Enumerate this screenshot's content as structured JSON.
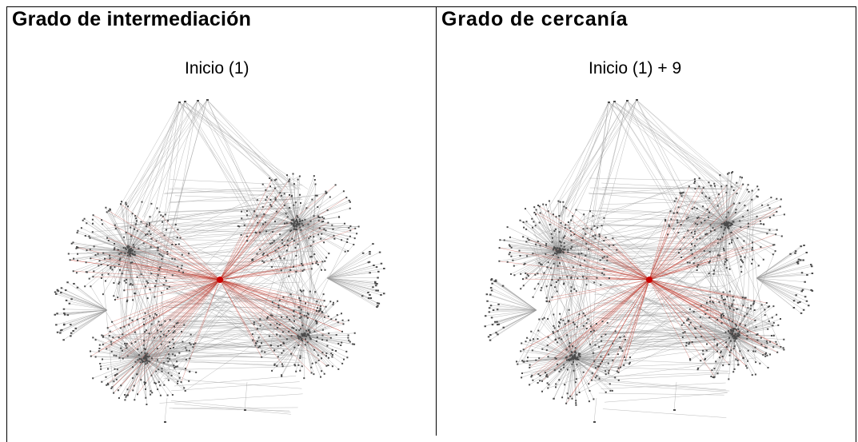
{
  "panels": [
    {
      "heading": "Grado de intermediación",
      "subtitle": "Inicio (1)"
    },
    {
      "heading": "Grado de cercanía",
      "subtitle": "Inicio (1) + 9"
    }
  ],
  "colors": {
    "node": "#4a4a4a",
    "edge": "#9a9a9a",
    "hub": "#cc0000",
    "highlight_edge": "#c0392b"
  }
}
